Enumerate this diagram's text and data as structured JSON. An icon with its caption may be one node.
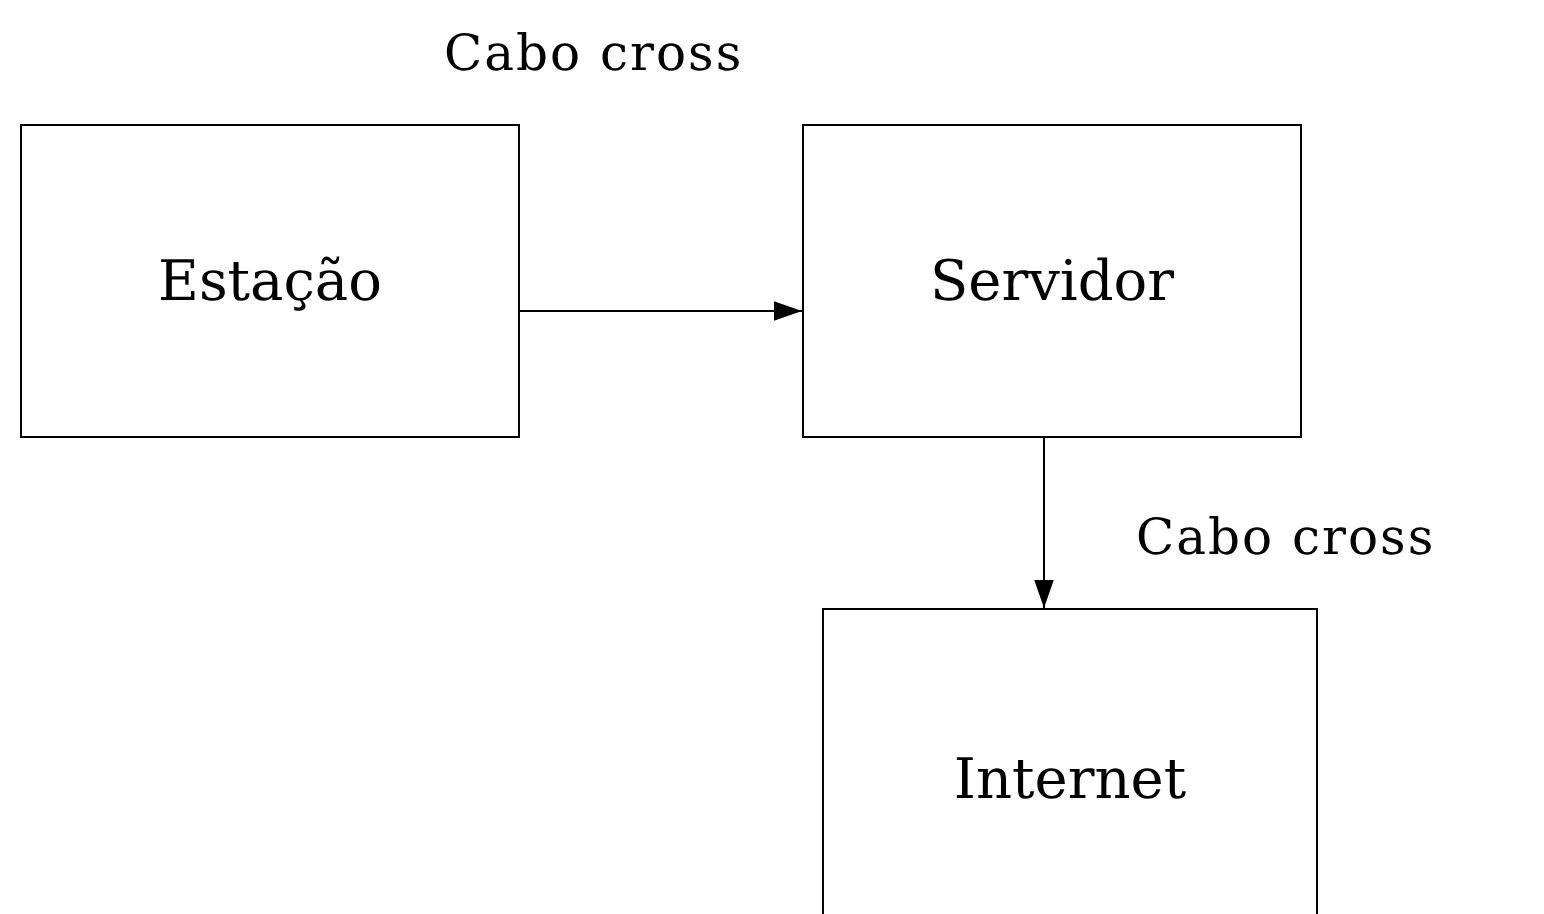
{
  "diagram": {
    "nodes": [
      {
        "text": [
          "Estação"
        ]
      },
      {
        "text": [
          "Servidor"
        ]
      },
      {
        "text": [
          "Internet"
        ]
      }
    ],
    "edges": [
      {
        "from": 0,
        "to": 1,
        "arrow": "to",
        "label": "Cabo cross"
      },
      {
        "from": 1,
        "to": 2,
        "arrow": "to",
        "label": "Cabo cross"
      }
    ]
  }
}
